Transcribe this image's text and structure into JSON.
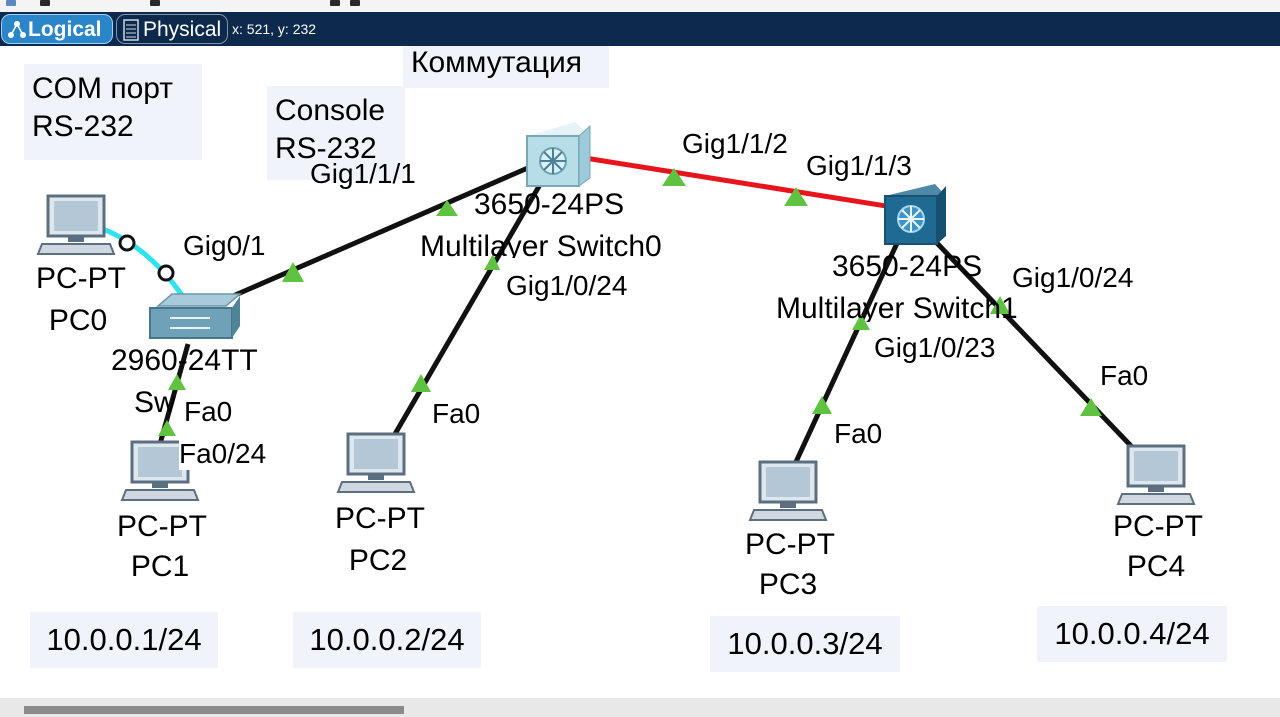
{
  "modes": {
    "logical": {
      "label": "Logical"
    },
    "physical": {
      "label": "Physical"
    }
  },
  "status": {
    "coords": "x: 521, y: 232"
  },
  "notes": {
    "com_port": "COM порт\nRS-232",
    "console": "Console\nRS-232",
    "kommutatsiya": "Коммутация"
  },
  "devices": {
    "pc0": {
      "model": "PC-PT",
      "name": "PC0"
    },
    "pc1": {
      "model": "PC-PT",
      "name": "PC1",
      "ip": "10.0.0.1/24"
    },
    "pc2": {
      "model": "PC-PT",
      "name": "PC2",
      "ip": "10.0.0.2/24"
    },
    "pc3": {
      "model": "PC-PT",
      "name": "PC3",
      "ip": "10.0.0.3/24"
    },
    "pc4": {
      "model": "PC-PT",
      "name": "PC4",
      "ip": "10.0.0.4/24"
    },
    "sw_access": {
      "model": "2960-24TT",
      "name": "Sw"
    },
    "ms0": {
      "model": "3650-24PS",
      "name": "Multilayer Switch0"
    },
    "ms1": {
      "model": "3650-24PS",
      "name": "Multilayer Switch1"
    }
  },
  "ports": {
    "sw_gig01": "Gig0/1",
    "ms0_gig111": "Gig1/1/1",
    "ms0_gig112": "Gig1/1/2",
    "ms1_gig113": "Gig1/1/3",
    "ms0_gig1024": "Gig1/0/24",
    "ms1_gig1024": "Gig1/0/24",
    "ms1_gig1023": "Gig1/0/23",
    "pc1_fa0": "Fa0",
    "sw_fa024": "Fa0/24",
    "pc2_fa0": "Fa0",
    "pc3_fa0": "Fa0",
    "pc4_fa0": "Fa0"
  },
  "colors": {
    "modebar": "#0d2a4c",
    "tab_active": "#2b86c9",
    "link_copper": "#111111",
    "link_down": "#e8141c",
    "link_console": "#2ce3ef",
    "port_up": "#5fc241",
    "note_bg": "#f1f3fb"
  }
}
